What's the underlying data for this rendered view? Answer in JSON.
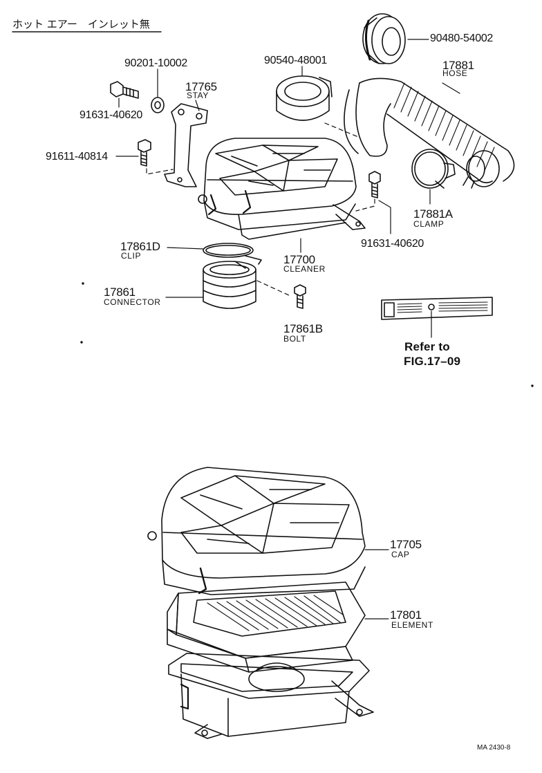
{
  "header": {
    "title": "ホット エアー　インレット無"
  },
  "parts": [
    {
      "key": "p1",
      "number": "90480-54002",
      "name": ""
    },
    {
      "key": "p2",
      "number": "17881",
      "name": "HOSE"
    },
    {
      "key": "p3",
      "number": "90540-48001",
      "name": ""
    },
    {
      "key": "p4",
      "number": "90201-10002",
      "name": ""
    },
    {
      "key": "p5",
      "number": "17765",
      "name": "STAY"
    },
    {
      "key": "p6",
      "number": "91631-40620",
      "name": ""
    },
    {
      "key": "p7",
      "number": "91611-40814",
      "name": ""
    },
    {
      "key": "p8",
      "number": "17881A",
      "name": "CLAMP"
    },
    {
      "key": "p9",
      "number": "91631-40620",
      "name": ""
    },
    {
      "key": "p10",
      "number": "17861D",
      "name": "CLIP"
    },
    {
      "key": "p11",
      "number": "17700",
      "name": "CLEANER"
    },
    {
      "key": "p12",
      "number": "17861",
      "name": "CONNECTOR"
    },
    {
      "key": "p13",
      "number": "17861B",
      "name": "BOLT"
    },
    {
      "key": "p14",
      "number": "17705",
      "name": "CAP"
    },
    {
      "key": "p15",
      "number": "17801",
      "name": "ELEMENT"
    }
  ],
  "reference": {
    "line1": "Refer to",
    "line2": "FIG.17–09"
  },
  "figure_code": "MA 2430-8",
  "colors": {
    "ink": "#111111",
    "paper": "#ffffff"
  }
}
